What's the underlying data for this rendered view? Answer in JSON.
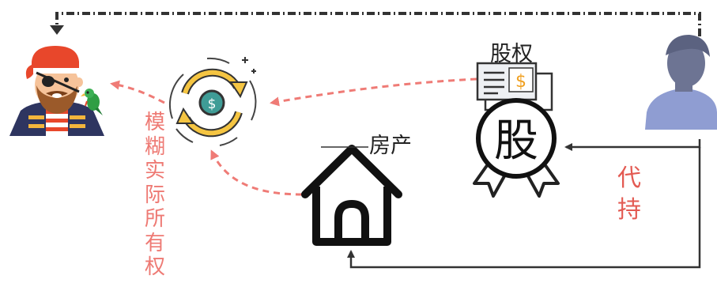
{
  "labels": {
    "equity": "股权",
    "property": "房产",
    "stock_char": "股",
    "nominee": "代持",
    "blurred_ownership": "模糊实际所有权",
    "dollar_sign": "$"
  },
  "icons": {
    "actual_owner": "pirate-icon",
    "nominee_holder": "user-avatar-icon",
    "money_exchange": "currency-exchange-icon",
    "equity_certificate": "certificate-icon",
    "stock_award": "award-badge-icon",
    "house": "house-icon"
  },
  "colors": {
    "dashed_arrow": "#ef7b76",
    "solid_arrow": "#333333",
    "text_red": "#e35a52",
    "exchange_yellow": "#f5c542",
    "exchange_teal": "#3f9c96",
    "person_blue": "#8f9dd2",
    "person_face": "#6d7493"
  }
}
